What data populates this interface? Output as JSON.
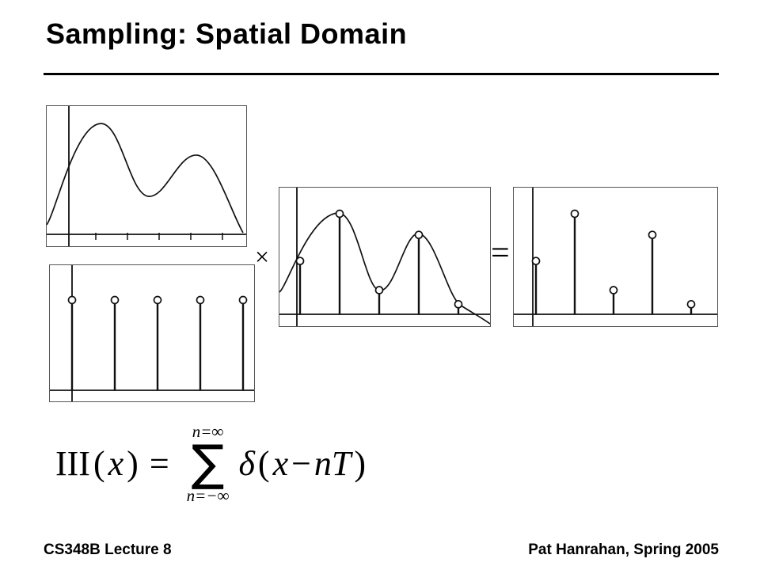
{
  "slide": {
    "title": "Sampling: Spatial Domain",
    "footer_left": "CS348B Lecture 8",
    "footer_right": "Pat Hanrahan, Spring 2005"
  },
  "operators": {
    "multiply": "×",
    "equals": "="
  },
  "formula": {
    "func": "III",
    "paren_open": "(",
    "var": "x",
    "paren_close": ")",
    "equals": "=",
    "sum_upper": "n=∞",
    "sum_symbol": "∑",
    "sum_lower": "n=−∞",
    "delta": "δ",
    "paren_open2": "(",
    "var2": "x",
    "minus": "−",
    "term": "nT",
    "paren_close2": ")"
  },
  "chart_data": [
    {
      "id": "signal",
      "type": "line",
      "x_range": [
        0,
        1
      ],
      "description_points_x": [
        0,
        0.27,
        0.51,
        0.76,
        1
      ],
      "description_points_y": [
        0.05,
        1.0,
        0.35,
        0.72,
        0.0
      ]
    },
    {
      "id": "comb",
      "type": "stem",
      "x": [
        0,
        1,
        2,
        3,
        4
      ],
      "values": [
        1,
        1,
        1,
        1,
        1
      ]
    },
    {
      "id": "product",
      "type": "line+stem",
      "x": [
        0,
        1,
        2,
        3,
        4
      ],
      "values": [
        0.53,
        1.0,
        0.24,
        0.79,
        0.1
      ]
    },
    {
      "id": "sampled",
      "type": "stem",
      "x": [
        0,
        1,
        2,
        3,
        4
      ],
      "values": [
        0.53,
        1.0,
        0.24,
        0.79,
        0.1
      ]
    }
  ]
}
